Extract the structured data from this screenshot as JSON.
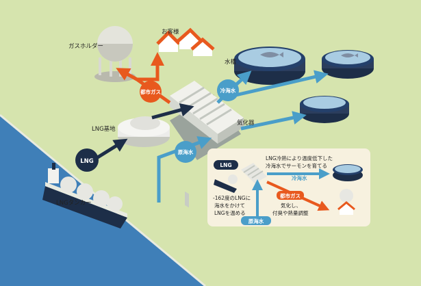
{
  "labels": {
    "gas_holder": "ガスホルダー",
    "customers": "お客様",
    "water_tank": "水槽",
    "city_gas": "都市ガス",
    "cold_seawater": "冷海水",
    "lng_base": "LNG基地",
    "vaporizer": "気化器",
    "lng": "LNG",
    "raw_seawater": "原海水",
    "lng_tanker": "LNGタンカー"
  },
  "inset": {
    "lng": "LNG",
    "cold_text_line1": "LNG冷熱により温度低下した",
    "cold_text_line2": "冷海水でサーモンを育てる",
    "cold_seawater": "冷海水",
    "city_gas": "都市ガス",
    "gas_text_line1": "気化し、",
    "gas_text_line2": "付臭や熱量調整",
    "lng_text_line1": "-162度のLNGに",
    "lng_text_line2": "海水をかけて",
    "lng_text_line3": "LNGを温める",
    "raw_seawater": "原海水"
  },
  "colors": {
    "land": "#d6e4ae",
    "sea": "#3f7fb8",
    "orange": "#e8591e",
    "blue": "#4a9ec9",
    "navy": "#1d2e48",
    "inset_bg": "#f7f1df"
  }
}
